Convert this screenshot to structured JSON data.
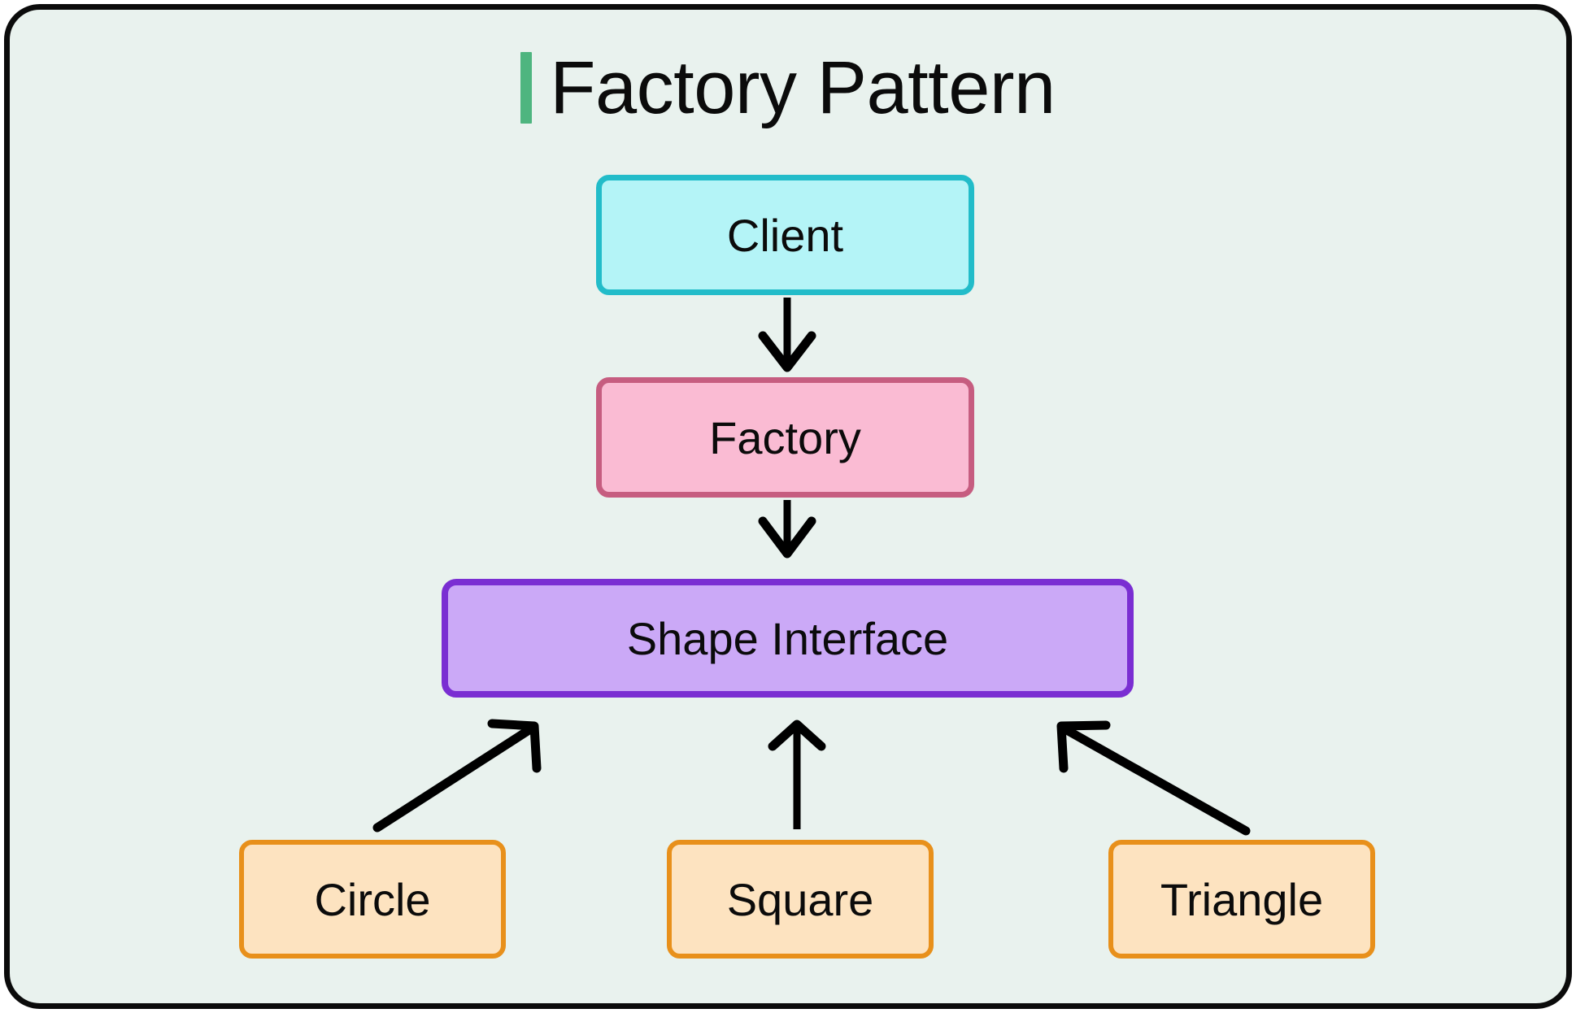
{
  "diagram": {
    "title": "Factory Pattern",
    "accent_color": "#4eb57f",
    "background_color": "#e9f2ee",
    "frame_border_color": "#0b0b0b",
    "arrow_color": "#000000",
    "nodes": [
      {
        "id": "client",
        "label": "Client",
        "fill": "#b4f4f7",
        "stroke": "#22bcc9"
      },
      {
        "id": "factory",
        "label": "Factory",
        "fill": "#fabbd3",
        "stroke": "#c65d80"
      },
      {
        "id": "shape-interface",
        "label": "Shape Interface",
        "fill": "#cba9f7",
        "stroke": "#7a2ed2"
      },
      {
        "id": "circle",
        "label": "Circle",
        "fill": "#fde3c0",
        "stroke": "#e8901b"
      },
      {
        "id": "square",
        "label": "Square",
        "fill": "#fde3c0",
        "stroke": "#e8901b"
      },
      {
        "id": "triangle",
        "label": "Triangle",
        "fill": "#fde3c0",
        "stroke": "#e8901b"
      }
    ],
    "edges": [
      {
        "id": "client-to-factory",
        "from": "client",
        "to": "factory",
        "style": "solid-arrow"
      },
      {
        "id": "factory-to-shape",
        "from": "factory",
        "to": "shape-interface",
        "style": "solid-arrow"
      },
      {
        "id": "circle-to-shape",
        "from": "circle",
        "to": "shape-interface",
        "style": "solid-arrow"
      },
      {
        "id": "square-to-shape",
        "from": "square",
        "to": "shape-interface",
        "style": "solid-arrow"
      },
      {
        "id": "triangle-to-shape",
        "from": "triangle",
        "to": "shape-interface",
        "style": "solid-arrow"
      }
    ]
  }
}
